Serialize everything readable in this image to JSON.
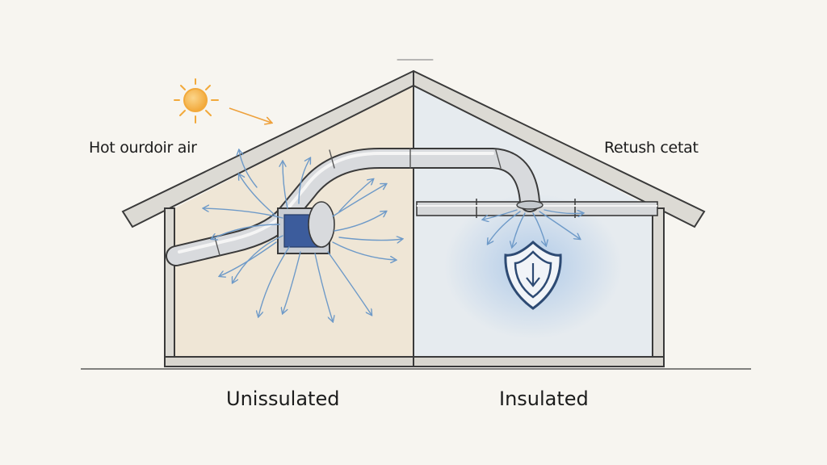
{
  "labels": {
    "hot_air": "Hot ourdoir air",
    "return": "Retush cetat",
    "uninsulated": "Unissulated",
    "insulated": "Insulated"
  },
  "icons": [
    "sun-icon",
    "shield-icon"
  ],
  "colors": {
    "background": "#f7f5f0",
    "uninsulated_fill": "#efe6d6",
    "insulated_fill": "#e6ebef",
    "airflow_arrows": "#6e9ac8",
    "sun": "#f2a93b",
    "outline": "#3a3a3a",
    "shield": "#2d4a73"
  }
}
